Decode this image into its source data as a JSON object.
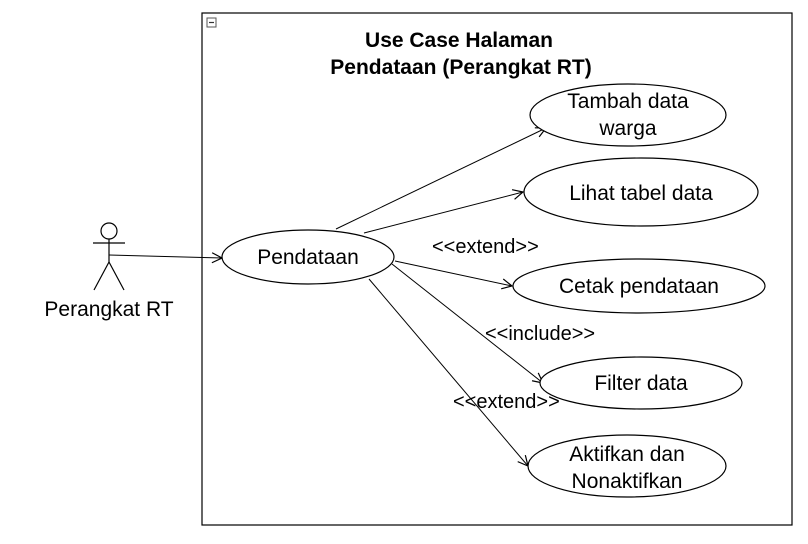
{
  "diagram": {
    "system": {
      "title_line1": "Use Case Halaman",
      "title_line2": "Pendataan (Perangkat RT)"
    },
    "actor": {
      "label": "Perangkat RT"
    },
    "use_cases": {
      "main": "Pendataan",
      "tambah": {
        "line1": "Tambah data",
        "line2": "warga"
      },
      "lihat": "Lihat tabel data",
      "cetak": "Cetak pendataan",
      "filter": "Filter data",
      "aktifkan": {
        "line1": "Aktifkan dan",
        "line2": "Nonaktifkan"
      }
    },
    "relations": {
      "extend_1": "<<extend>>",
      "include_1": "<<include>>",
      "extend_2": "<<extend>>"
    }
  }
}
